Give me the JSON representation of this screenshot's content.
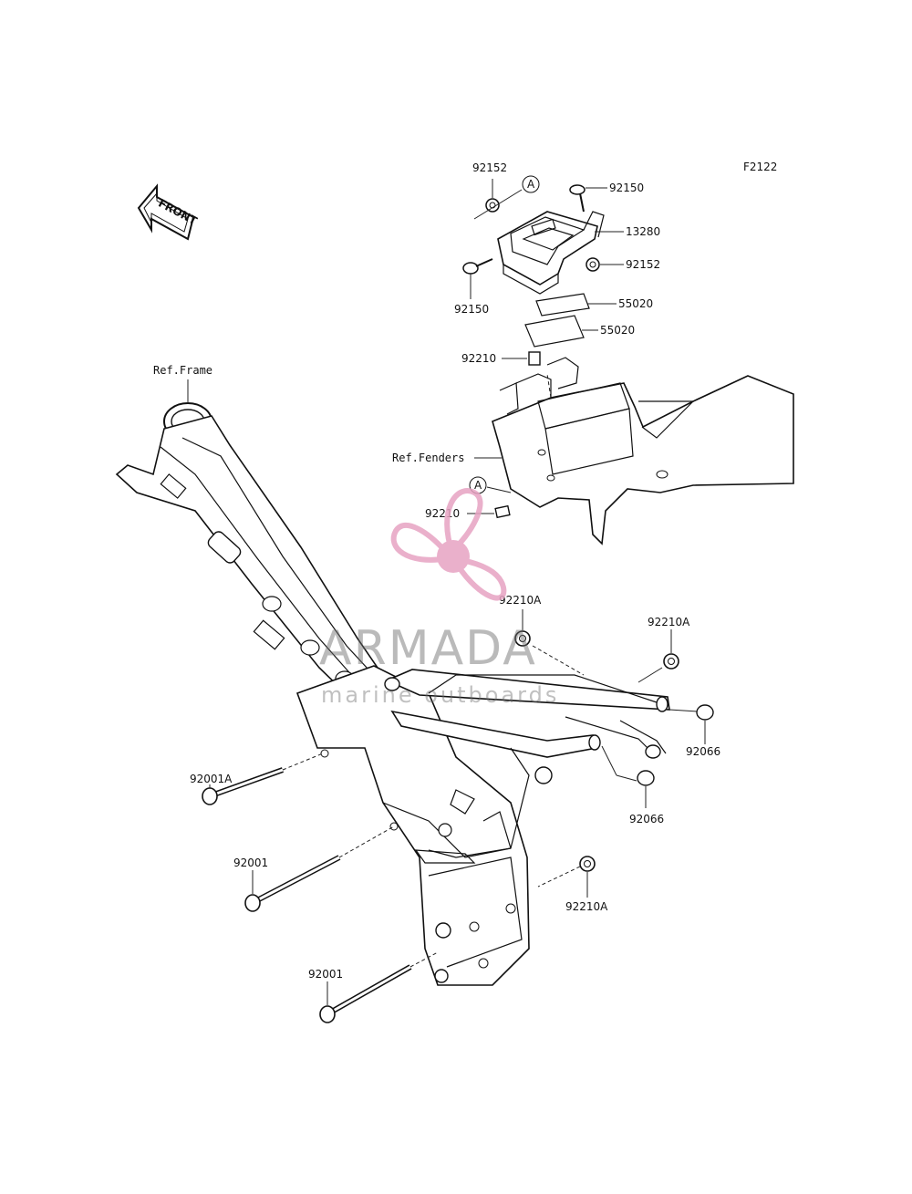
{
  "figure_code": "F2122",
  "front_label": "FRONT",
  "callout_a": "A",
  "refs": {
    "frame": "Ref.Frame",
    "fenders": "Ref.Fenders"
  },
  "labels": {
    "p92152_top": "92152",
    "p92150_top": "92150",
    "p13280": "13280",
    "p92152_right": "92152",
    "p92150_left": "92150",
    "p55020_a": "55020",
    "p55020_b": "55020",
    "p92210_top": "92210",
    "p92210_mid": "92210",
    "p92210A_center": "92210A",
    "p92210A_right": "92210A",
    "p92066_right": "92066",
    "p92066_low": "92066",
    "p92001A": "92001A",
    "p92001_mid": "92001",
    "p92001_low": "92001",
    "p92210A_low": "92210A"
  },
  "watermark": {
    "brand": "ARMADA",
    "tagline": "marine outboards",
    "color": "#e7a3c2"
  }
}
